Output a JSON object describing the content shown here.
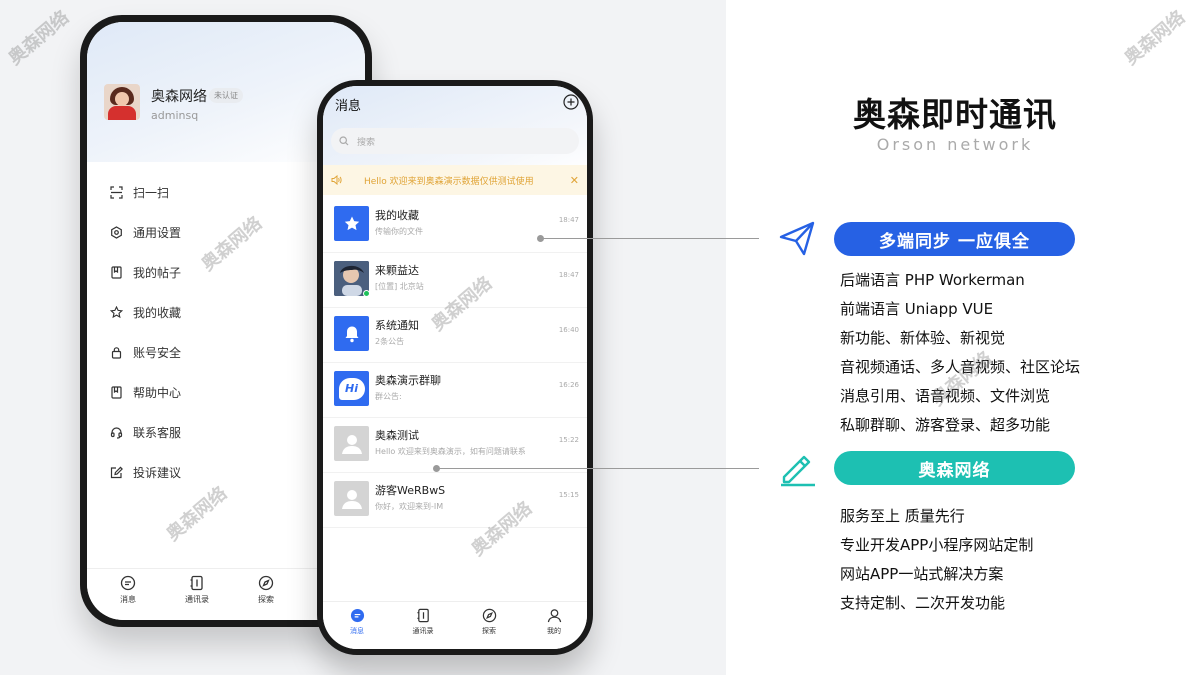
{
  "watermark": "奥森网络",
  "back_phone": {
    "user": {
      "name": "奥森网络",
      "badge": "未认证",
      "id": "adminsq"
    },
    "menu": [
      {
        "label": "扫一扫",
        "icon": "scan-icon"
      },
      {
        "label": "通用设置",
        "icon": "settings-icon"
      },
      {
        "label": "我的帖子",
        "icon": "post-icon"
      },
      {
        "label": "我的收藏",
        "icon": "star-icon"
      },
      {
        "label": "账号安全",
        "icon": "lock-icon"
      },
      {
        "label": "帮助中心",
        "icon": "book-icon"
      },
      {
        "label": "联系客服",
        "icon": "headset-icon"
      },
      {
        "label": "投诉建议",
        "icon": "edit-icon"
      }
    ],
    "tabs": [
      {
        "label": "消息",
        "icon": "chat-icon"
      },
      {
        "label": "通讯录",
        "icon": "contacts-icon"
      },
      {
        "label": "探索",
        "icon": "compass-icon"
      }
    ]
  },
  "front_phone": {
    "title": "消息",
    "search_placeholder": "搜索",
    "notice": "Hello 欢迎来到奥森演示数据仅供测试使用",
    "conversations": [
      {
        "name": "我的收藏",
        "message": "传输你的文件",
        "time": "18:47",
        "avatar": "star-avatar-icon",
        "color": "#2f6bf0"
      },
      {
        "name": "来颗益达",
        "message": "[位置] 北京站",
        "time": "18:47",
        "avatar": "photo-avatar",
        "online": true
      },
      {
        "name": "系统通知",
        "message": "2条公告",
        "time": "16:40",
        "avatar": "bell-avatar-icon",
        "color": "#2f6bf0"
      },
      {
        "name": "奥森演示群聊",
        "message": "群公告:",
        "time": "16:26",
        "avatar": "hi-group-avatar-icon",
        "avatar_text": "Hi",
        "color": "#2f6bf0"
      },
      {
        "name": "奥森测试",
        "message": "Hello 欢迎来到奥森演示，如有问题请联系...",
        "time": "15:22",
        "avatar": "default-user-avatar-icon",
        "color": "#d4d4d4"
      },
      {
        "name": "游客WeRBwS",
        "message": "你好，欢迎来到-IM",
        "time": "15:15",
        "avatar": "default-user-avatar-icon",
        "color": "#d4d4d4"
      }
    ],
    "tabs": [
      {
        "label": "消息",
        "icon": "chat-icon",
        "active": true
      },
      {
        "label": "通讯录",
        "icon": "contacts-icon"
      },
      {
        "label": "探索",
        "icon": "compass-icon"
      },
      {
        "label": "我的",
        "icon": "profile-icon"
      }
    ]
  },
  "promo": {
    "title": "奥森即时通讯",
    "subtitle": "Orson network",
    "section1": {
      "pill": "多端同步 一应俱全",
      "pill_color": "#2661e4",
      "icon": "send-icon",
      "lines": [
        "后端语言 PHP Workerman",
        "前端语言 Uniapp VUE",
        "新功能、新体验、新视觉",
        "音视频通话、多人音视频、社区论坛",
        "消息引用、语音视频、文件浏览",
        "私聊群聊、游客登录、超多功能"
      ]
    },
    "section2": {
      "pill": "奥森网络",
      "pill_color": "#1dc0b2",
      "icon": "pencil-icon",
      "lines": [
        "服务至上 质量先行",
        "专业开发APP小程序网站定制",
        "网站APP一站式解决方案",
        "支持定制、二次开发功能"
      ]
    }
  }
}
